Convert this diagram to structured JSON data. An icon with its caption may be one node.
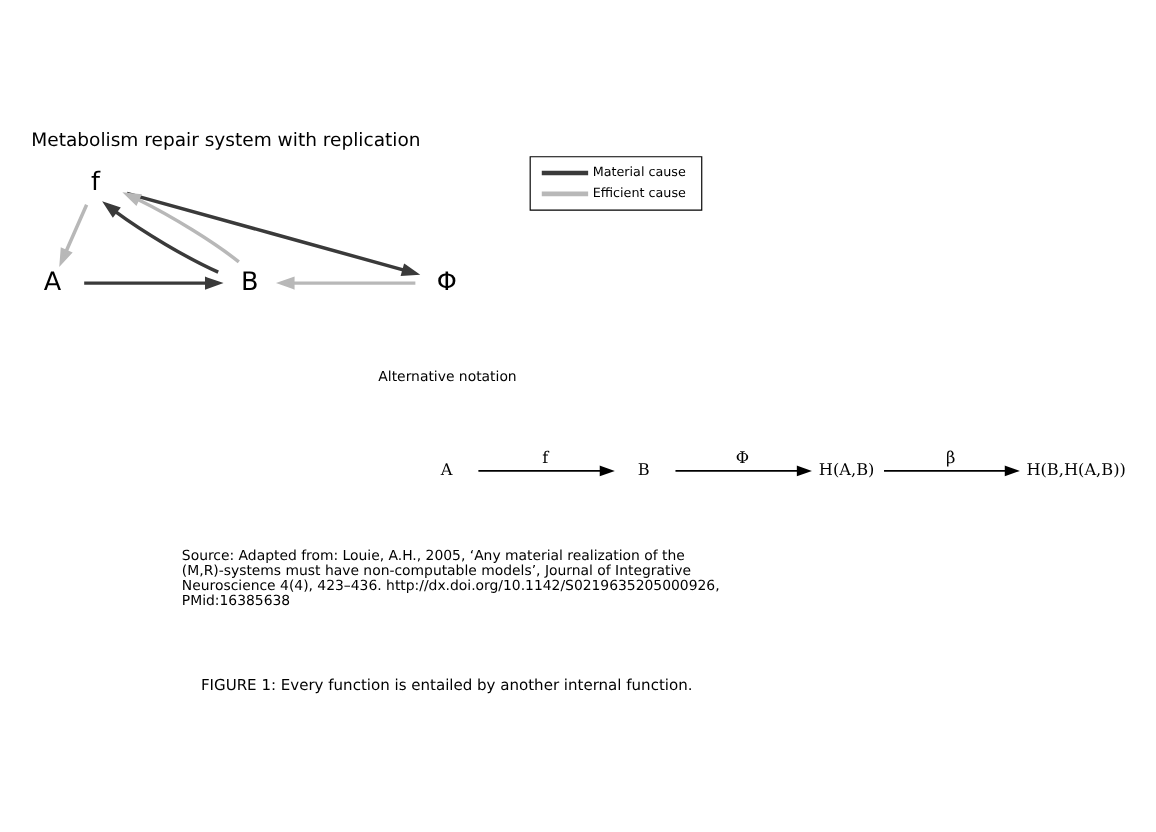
{
  "diagram": {
    "title": "Metabolism repair system with replication",
    "caption": "FIGURE 1: Every function is entailed by another internal function.",
    "nodes": [
      {
        "text": [
          "f"
        ]
      },
      {
        "text": [
          "A"
        ]
      },
      {
        "text": [
          "B"
        ]
      },
      {
        "text": [
          "Φ"
        ]
      },
      {
        "text": [
          "A"
        ]
      },
      {
        "text": [
          "B"
        ]
      },
      {
        "text": [
          "H(A,B)"
        ]
      },
      {
        "text": [
          "H(B,H(A,B))"
        ]
      }
    ],
    "edges": [
      {
        "from": 0,
        "to": 1,
        "arrow": "to",
        "color": "#b8b8b8"
      },
      {
        "from": 1,
        "to": 2,
        "arrow": "to",
        "color": "#3a3a3a"
      },
      {
        "from": 2,
        "to": 0,
        "arrow": "to",
        "color": "#3a3a3a"
      },
      {
        "from": 2,
        "to": 0,
        "arrow": "to",
        "color": "#b8b8b8"
      },
      {
        "from": 0,
        "to": 3,
        "arrow": "to",
        "color": "#3a3a3a"
      },
      {
        "from": 3,
        "to": 2,
        "arrow": "to",
        "color": "#b8b8b8"
      },
      {
        "from": 4,
        "to": 5,
        "arrow": "to",
        "label": "f",
        "color": "#000000"
      },
      {
        "from": 5,
        "to": 6,
        "arrow": "to",
        "label": "Φ",
        "color": "#000000"
      },
      {
        "from": 6,
        "to": 7,
        "arrow": "to",
        "label": "β",
        "color": "#000000"
      }
    ],
    "labels": [
      "Alternative notation",
      "Source: Adapted from: Louie, A.H., 2005, ‘Any material realization of the (M,R)-systems must have non-computable models’, Journal of Integrative Neuroscience 4(4), 423–436. http://dx.doi.org/10.1142/S0219635205000926, PMid:16385638"
    ],
    "legend": [
      {
        "text": "Material cause"
      },
      {
        "text": "Efficient cause"
      }
    ]
  }
}
